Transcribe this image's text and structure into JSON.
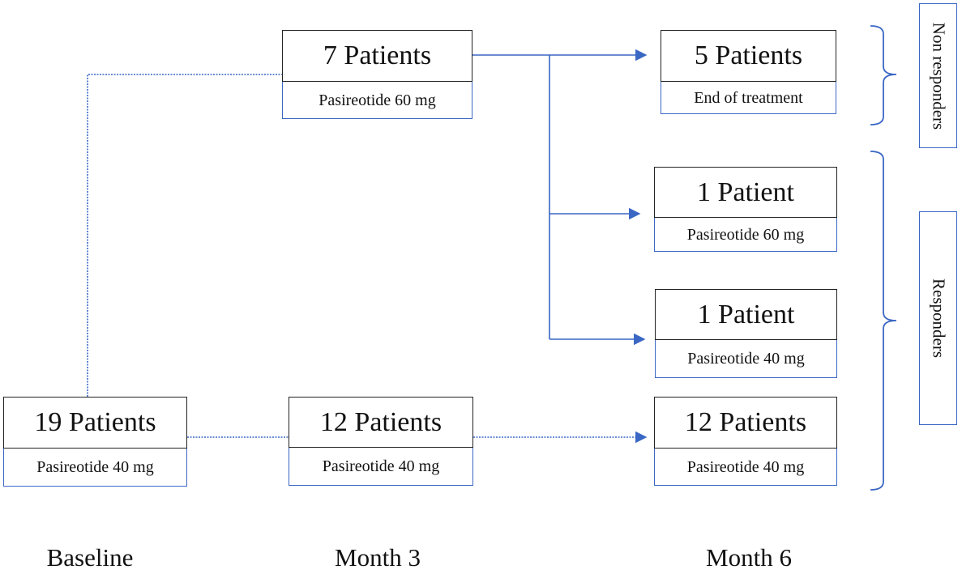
{
  "colors": {
    "connector": "#3a67c4",
    "box_border_top": "#222222",
    "box_border_bottom": "#3a67c4",
    "text": "#111111",
    "background": "#ffffff"
  },
  "nodes": {
    "baseline_group": {
      "count_label": "19 Patients",
      "treatment_label": "Pasireotide 40 mg"
    },
    "month3_escalated": {
      "count_label": "7 Patients",
      "treatment_label": "Pasireotide 60 mg"
    },
    "month3_continued": {
      "count_label": "12 Patients",
      "treatment_label": "Pasireotide 40 mg"
    },
    "month6_ended": {
      "count_label": "5 Patients",
      "treatment_label": "End of treatment"
    },
    "month6_on_60": {
      "count_label": "1 Patient",
      "treatment_label": "Pasireotide 60 mg"
    },
    "month6_on_40_single": {
      "count_label": "1 Patient",
      "treatment_label": "Pasireotide 40 mg"
    },
    "month6_on_40_group": {
      "count_label": "12 Patients",
      "treatment_label": "Pasireotide 40 mg"
    }
  },
  "groups": {
    "non_responders": "Non responders",
    "responders": "Responders"
  },
  "timeline": {
    "baseline": "Baseline",
    "month3": "Month 3",
    "month6": "Month 6"
  }
}
